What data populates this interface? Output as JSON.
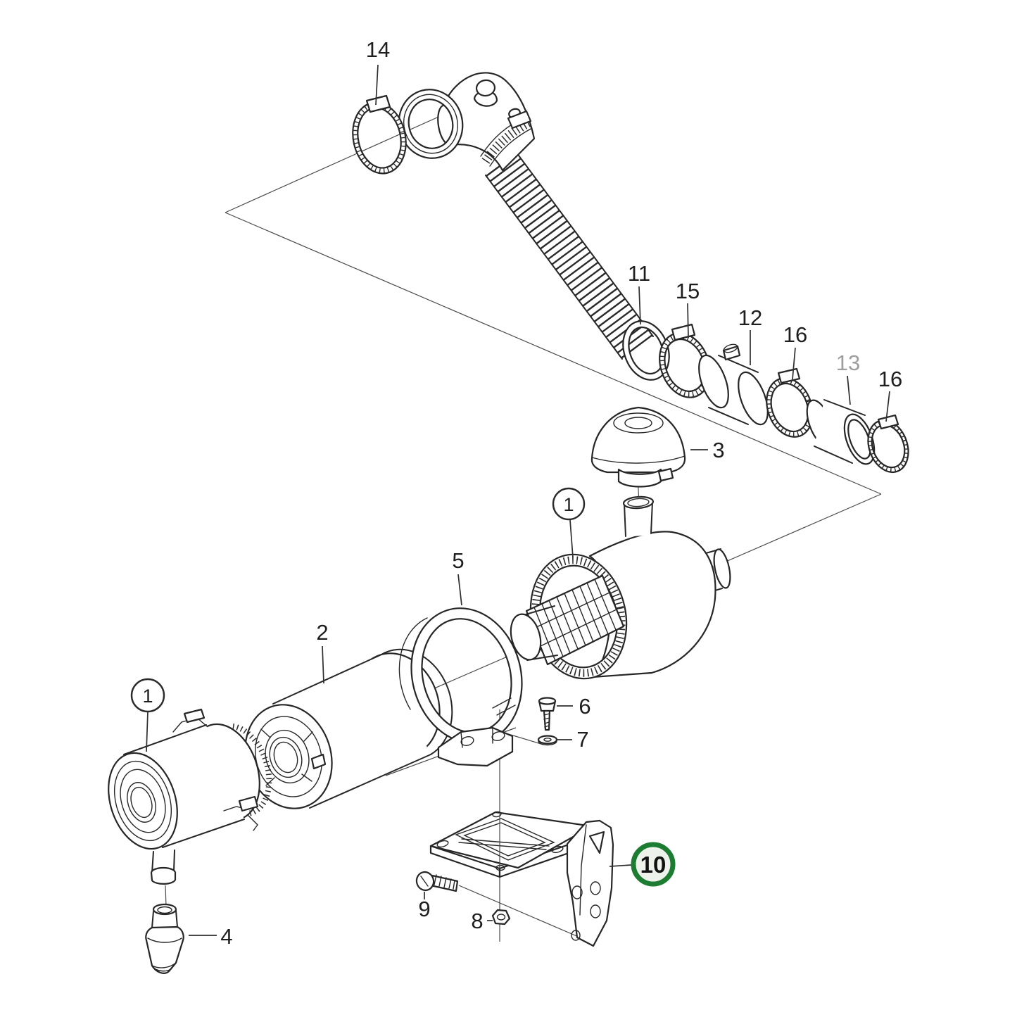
{
  "diagram": {
    "kind": "exploded-parts-diagram",
    "subject": "air intake / air filter assembly",
    "background": "#ffffff",
    "colors": {
      "ink": "#262626",
      "muted_ink": "#9e9e9e",
      "highlight_ring": "#1c7c31",
      "highlight_fill": "#edf3eb"
    },
    "callouts": [
      {
        "id": "14",
        "label": "14"
      },
      {
        "id": "11",
        "label": "11"
      },
      {
        "id": "15",
        "label": "15"
      },
      {
        "id": "12",
        "label": "12"
      },
      {
        "id": "16a",
        "label": "16"
      },
      {
        "id": "13",
        "label": "13",
        "muted": true
      },
      {
        "id": "16b",
        "label": "16"
      },
      {
        "id": "3",
        "label": "3"
      },
      {
        "id": "5",
        "label": "5"
      },
      {
        "id": "2",
        "label": "2"
      },
      {
        "id": "6",
        "label": "6"
      },
      {
        "id": "7",
        "label": "7"
      },
      {
        "id": "9",
        "label": "9"
      },
      {
        "id": "8",
        "label": "8"
      },
      {
        "id": "4",
        "label": "4"
      }
    ],
    "balloons": [
      {
        "id": "b1-left",
        "label": "1"
      },
      {
        "id": "b1-right",
        "label": "1"
      }
    ],
    "highlighted_part": {
      "label": "10"
    }
  }
}
